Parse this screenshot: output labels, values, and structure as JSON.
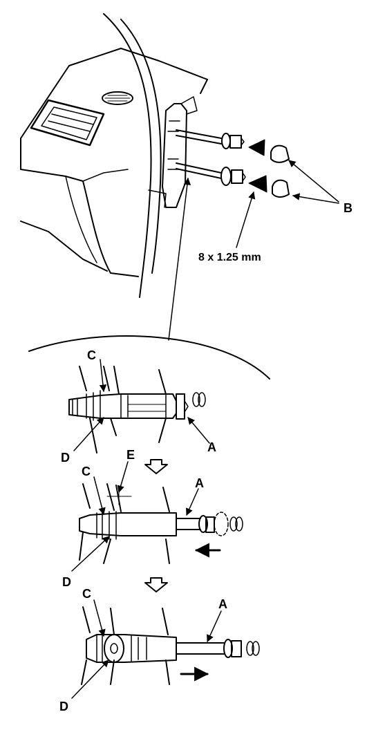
{
  "labels": {
    "a": "A",
    "b": "B",
    "c": "C",
    "d": "D",
    "e": "E",
    "spec": "8 x 1.25 mm"
  },
  "colors": {
    "ink": "#000000",
    "paper": "#ffffff",
    "shade": "#cfcfcf"
  }
}
